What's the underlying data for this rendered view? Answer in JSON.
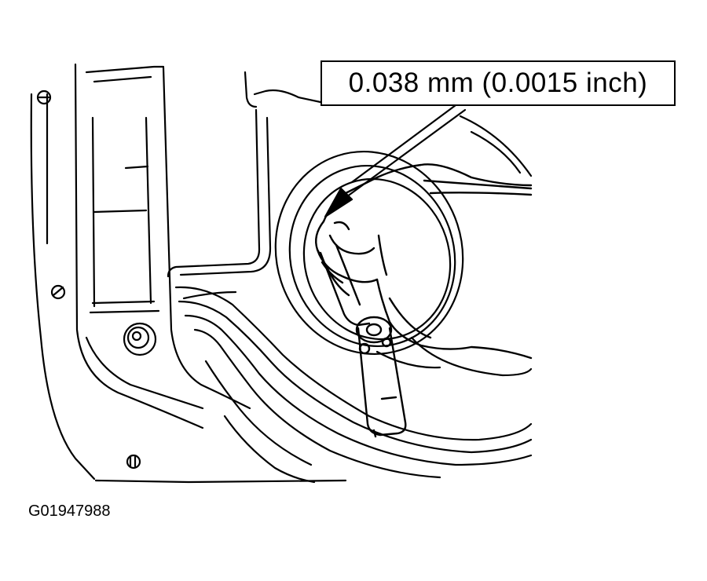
{
  "callout": {
    "measurement": "0.038 mm (0.0015 inch)"
  },
  "figure": {
    "id": "G01947988"
  },
  "icons": {
    "leader_arrow": "arrow-pointer",
    "feeler_gauge": "feeler-gauge-tool",
    "hand": "hand-outline"
  }
}
